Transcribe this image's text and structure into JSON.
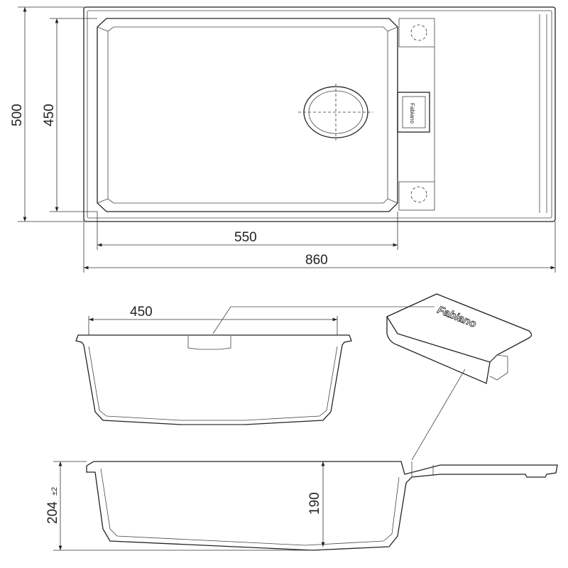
{
  "top_view": {
    "dim_total_depth": "500",
    "dim_bowl_depth": "450",
    "dim_bowl_width": "550",
    "dim_total_width": "860"
  },
  "front_section": {
    "dim_bowl_width": "450"
  },
  "side_section": {
    "dim_total_height": "204",
    "dim_tolerance": "±2",
    "dim_bowl_height": "190"
  },
  "accessory": {
    "brand_logo": "Fabiano"
  }
}
